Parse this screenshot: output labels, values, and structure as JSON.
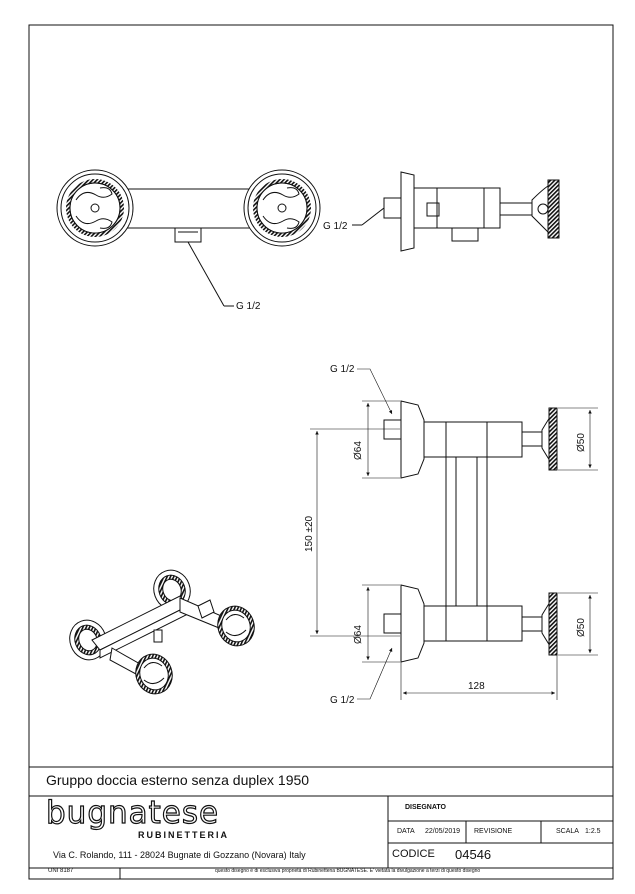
{
  "labels": {
    "thread_top": "G 1/2",
    "thread_front": "G 1/2",
    "thread_upper": "G 1/2",
    "thread_lower": "G 1/2",
    "dim_diam_upper": "Ø64",
    "dim_diam_lower": "Ø64",
    "dim_handle_upper": "Ø50",
    "dim_handle_lower": "Ø50",
    "dim_spacing": "150 ±20",
    "dim_width": "128"
  },
  "title_block": {
    "title": "Gruppo doccia esterno senza duplex 1950",
    "brand": "bugnatese",
    "brand_sub": "RUBINETTERIA",
    "address": "Via C. Rolando, 111 - 28024 Bugnate di Gozzano (Novara) Italy",
    "disegnato_label": "DISEGNATO",
    "data_label": "DATA",
    "data_value": "22/05/2019",
    "revisione_label": "REVISIONE",
    "scala_label": "SCALA",
    "scala_value": "1:2.5",
    "codice_label": "CODICE",
    "codice_value": "04546",
    "standard": "UNI 8187",
    "legal": "questo disegno è di esclusiva proprietà di Rubinetteria BUGNATESE. E' vietata la divulgazione a terzi di questo disegno"
  }
}
